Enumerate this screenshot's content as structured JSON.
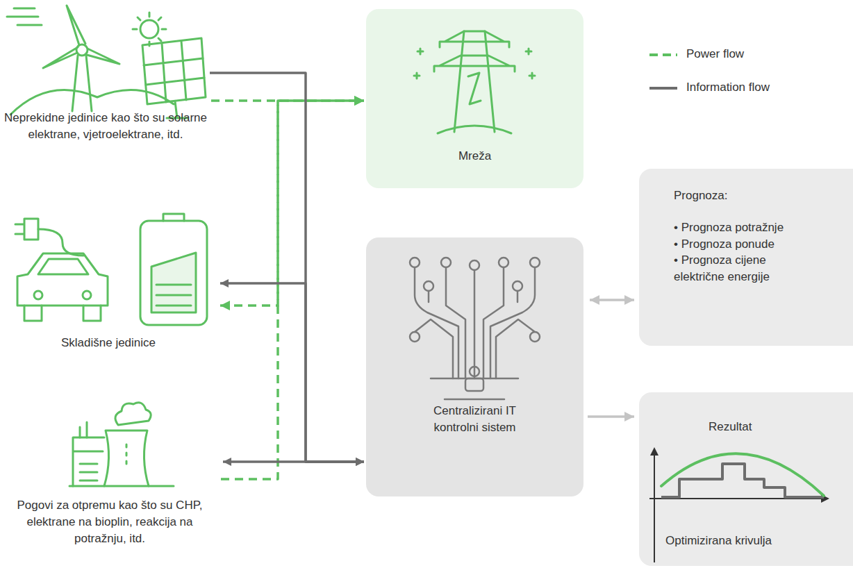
{
  "diagram": {
    "nodes": [
      {
        "text": [
          "Neprekidne jedinice kao što su solarne elektrane, vjetroelektrane, itd."
        ]
      },
      {
        "text": [
          "Mreža"
        ]
      },
      {
        "text": [
          "Prognoza:",
          "• Prognoza potražnje",
          "• Prognoza ponude",
          "• Prognoza cijene električne energije"
        ]
      },
      {
        "text": [
          "Skladišne jedinice"
        ]
      },
      {
        "text": [
          "Centralizirani IT kontrolni sistem"
        ]
      },
      {
        "text": [
          "Rezultat",
          "Optimizirana krivulja"
        ]
      },
      {
        "text": [
          "Pogovi za otpremu kao što su CHP, elektrane na bioplin, reakcija na potražnju, itd."
        ]
      }
    ],
    "edges": [
      {
        "from": 0,
        "to": 1,
        "arrow": "to"
      },
      {
        "from": 3,
        "to": 1,
        "arrow": "both"
      },
      {
        "from": 6,
        "to": 1,
        "arrow": "to"
      },
      {
        "from": 0,
        "to": 4,
        "arrow": "to"
      },
      {
        "from": 3,
        "to": 4,
        "arrow": "both"
      },
      {
        "from": 6,
        "to": 4,
        "arrow": "both"
      },
      {
        "from": 4,
        "to": 2,
        "arrow": "both"
      },
      {
        "from": 4,
        "to": 5,
        "arrow": "to"
      }
    ],
    "legend": [
      {
        "text": "Power flow"
      },
      {
        "text": "Information flow"
      }
    ]
  }
}
